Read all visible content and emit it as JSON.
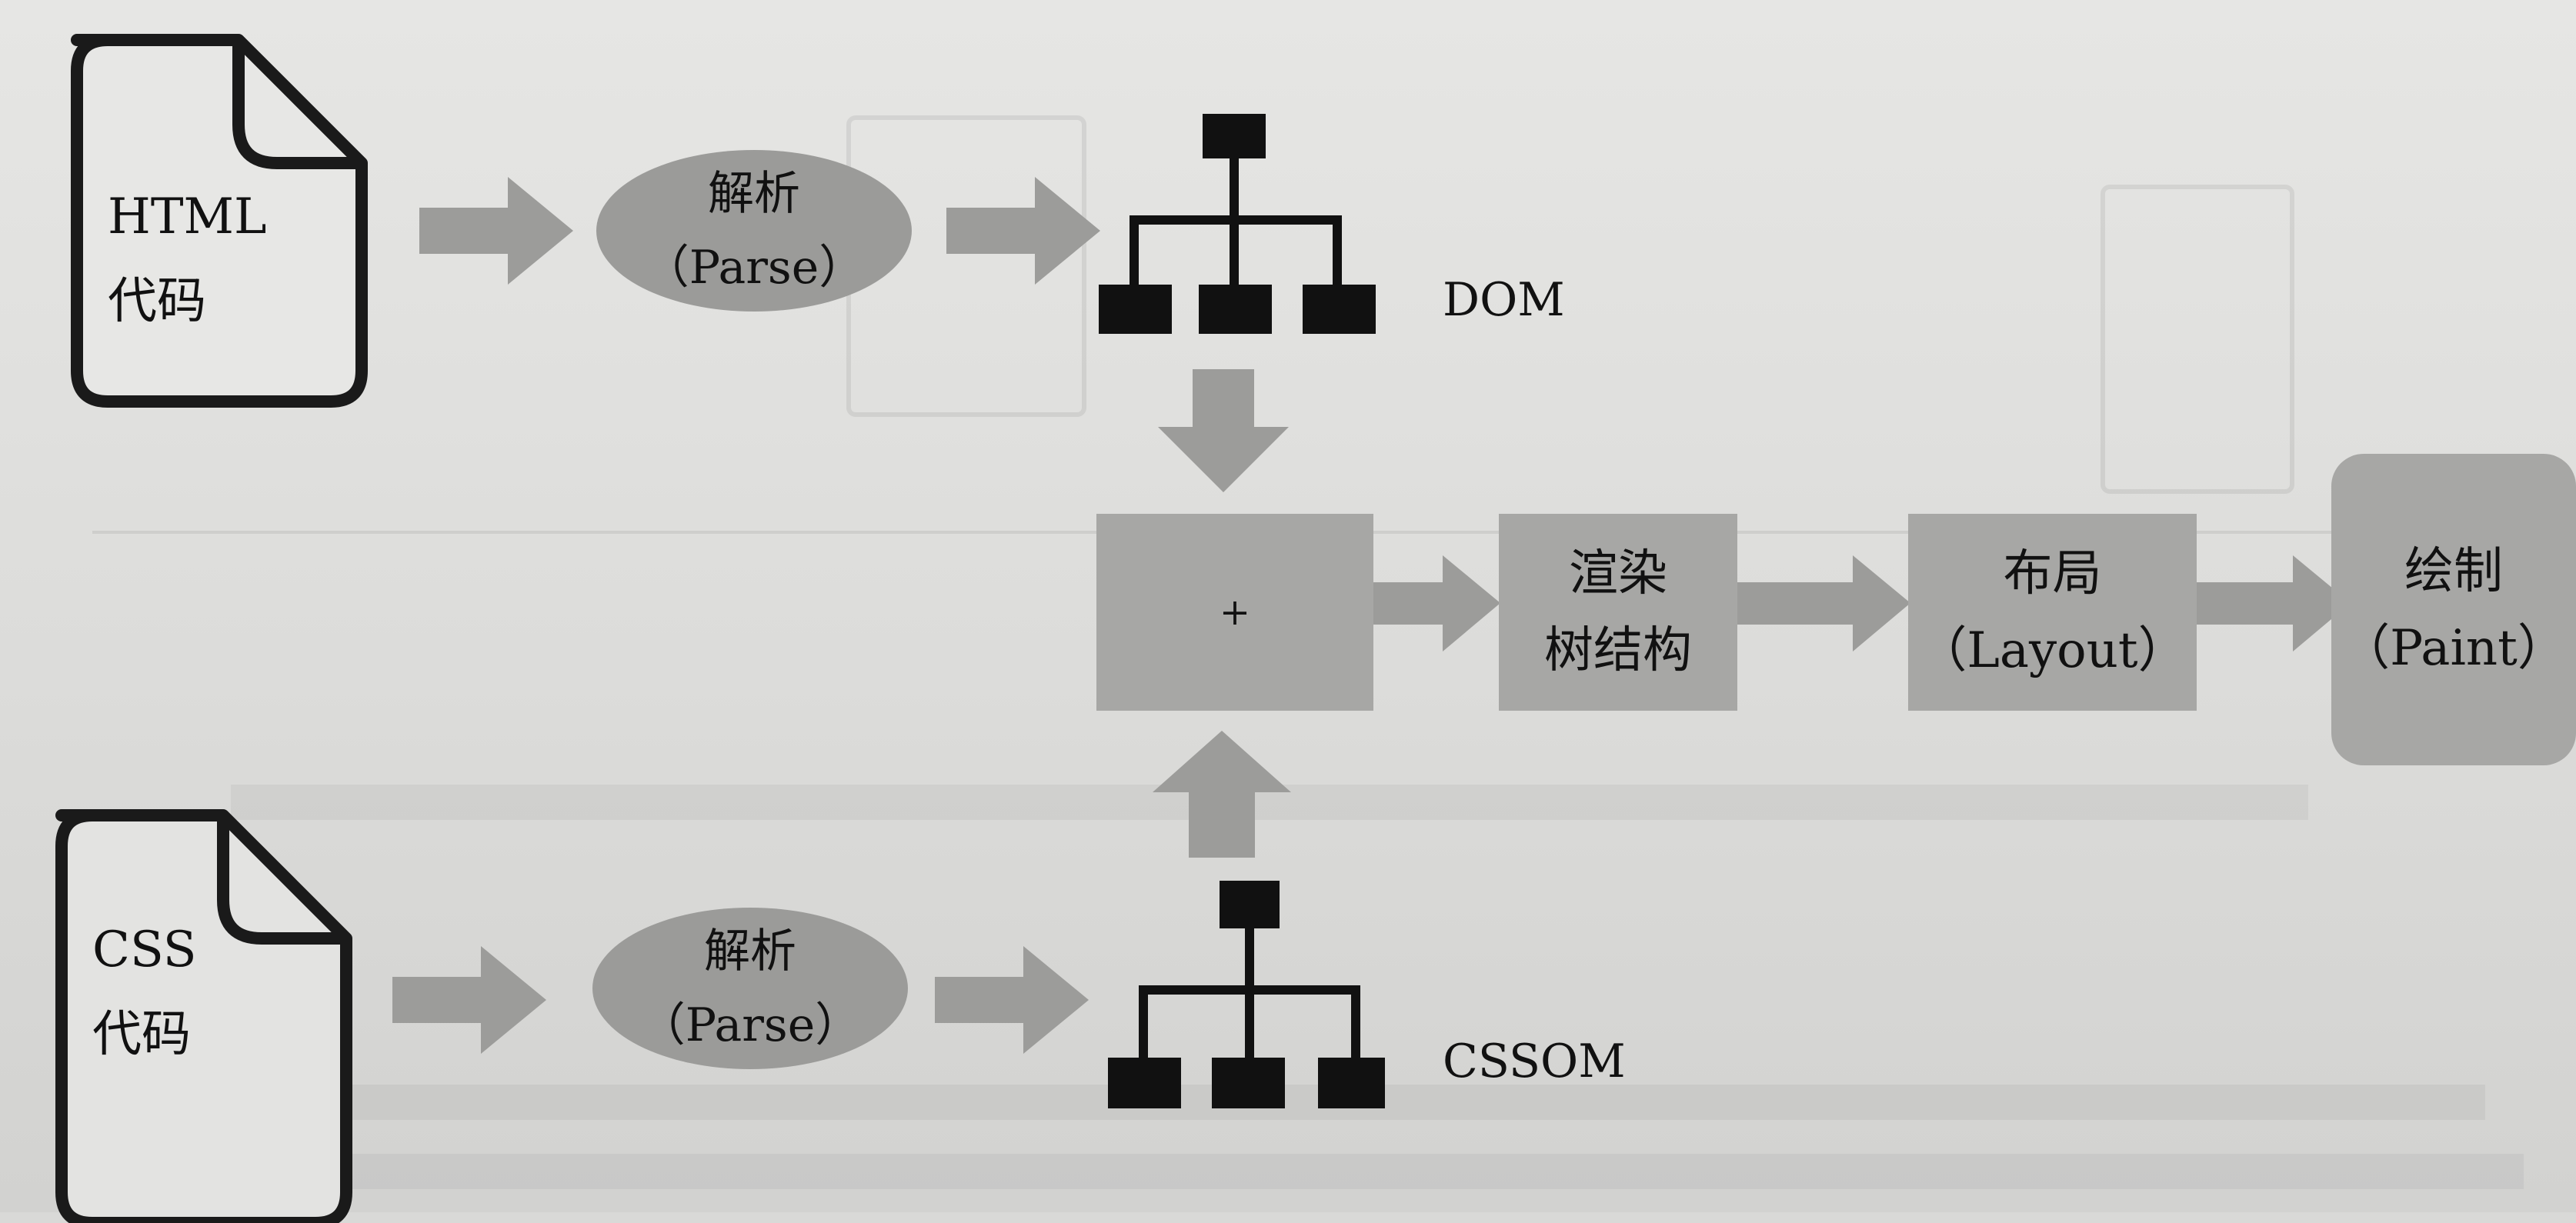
{
  "diagram": {
    "html_source": {
      "line1": "HTML",
      "line2": "代码"
    },
    "css_source": {
      "line1": "CSS",
      "line2": "代码"
    },
    "parse_top": {
      "line1": "解析",
      "line2": "（Parse）"
    },
    "parse_bottom": {
      "line1": "解析",
      "line2": "（Parse）"
    },
    "dom_label": "DOM",
    "cssom_label": "CSSOM",
    "combine_box": "+",
    "render_tree": {
      "line1": "渲染",
      "line2": "树结构"
    },
    "layout": {
      "line1": "布局",
      "line2": "（Layout）"
    },
    "paint": {
      "line1": "绘制",
      "line2": "（Paint）"
    }
  },
  "colors": {
    "arrow": "#9c9c9a",
    "node_fill": "#a7a7a5",
    "ellipse_fill": "#9b9b99",
    "ink": "#111111",
    "paper": "#dedede"
  }
}
